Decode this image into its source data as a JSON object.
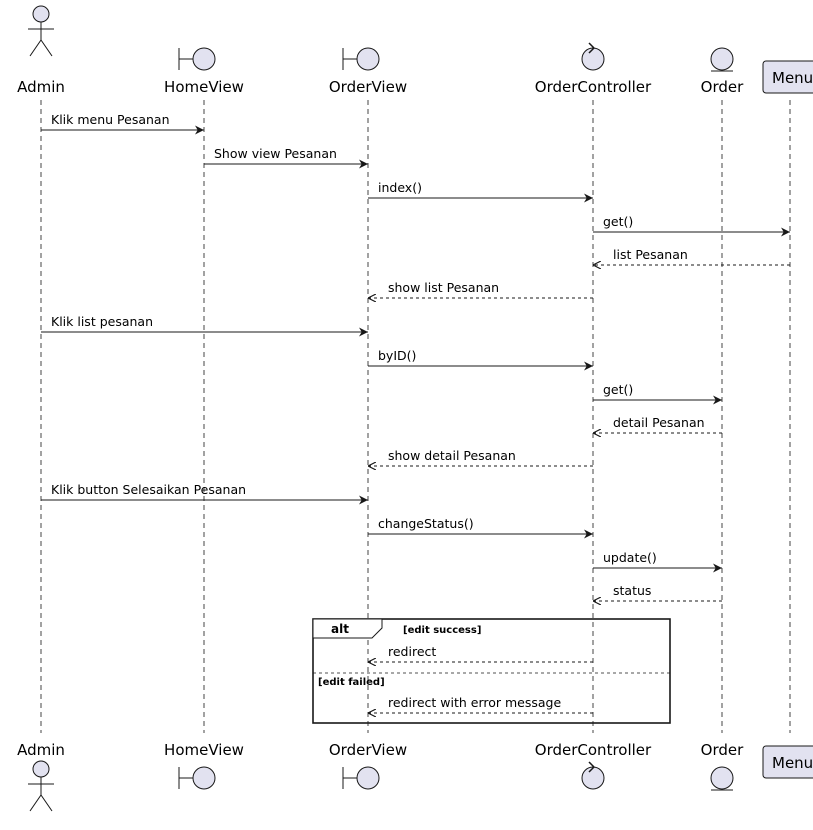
{
  "participants": [
    {
      "id": "admin",
      "label": "Admin",
      "kind": "actor"
    },
    {
      "id": "homeview",
      "label": "HomeView",
      "kind": "boundary"
    },
    {
      "id": "orderview",
      "label": "OrderView",
      "kind": "boundary"
    },
    {
      "id": "ordercontroller",
      "label": "OrderController",
      "kind": "control"
    },
    {
      "id": "order",
      "label": "Order",
      "kind": "entity"
    },
    {
      "id": "menu",
      "label": "Menu",
      "kind": "participant"
    }
  ],
  "messages": [
    {
      "from": "admin",
      "to": "homeview",
      "label": "Klik menu Pesanan",
      "type": "sync"
    },
    {
      "from": "homeview",
      "to": "orderview",
      "label": "Show view Pesanan",
      "type": "sync"
    },
    {
      "from": "orderview",
      "to": "ordercontroller",
      "label": "index()",
      "type": "sync"
    },
    {
      "from": "ordercontroller",
      "to": "menu",
      "label": "get()",
      "type": "sync"
    },
    {
      "from": "menu",
      "to": "ordercontroller",
      "label": "list Pesanan",
      "type": "return"
    },
    {
      "from": "ordercontroller",
      "to": "orderview",
      "label": "show list Pesanan",
      "type": "return"
    },
    {
      "from": "admin",
      "to": "orderview",
      "label": "Klik list pesanan",
      "type": "sync"
    },
    {
      "from": "orderview",
      "to": "ordercontroller",
      "label": "byID()",
      "type": "sync"
    },
    {
      "from": "ordercontroller",
      "to": "order",
      "label": "get()",
      "type": "sync"
    },
    {
      "from": "order",
      "to": "ordercontroller",
      "label": "detail Pesanan",
      "type": "return"
    },
    {
      "from": "ordercontroller",
      "to": "orderview",
      "label": "show detail Pesanan",
      "type": "return"
    },
    {
      "from": "admin",
      "to": "orderview",
      "label": "Klik button Selesaikan Pesanan",
      "type": "sync"
    },
    {
      "from": "orderview",
      "to": "ordercontroller",
      "label": "changeStatus()",
      "type": "sync"
    },
    {
      "from": "ordercontroller",
      "to": "order",
      "label": "update()",
      "type": "sync"
    },
    {
      "from": "order",
      "to": "ordercontroller",
      "label": "status",
      "type": "return"
    },
    {
      "from": "ordercontroller",
      "to": "orderview",
      "label": "redirect",
      "type": "return"
    },
    {
      "from": "ordercontroller",
      "to": "orderview",
      "label": "redirect with error message",
      "type": "return"
    }
  ],
  "alt_fragment": {
    "operator": "alt",
    "guards": [
      "[edit success]",
      "[edit failed]"
    ]
  },
  "colors": {
    "participant_fill": "#E2E2F0",
    "participant_border": "#181818",
    "lifeline": "#181818",
    "line": "#181818"
  }
}
